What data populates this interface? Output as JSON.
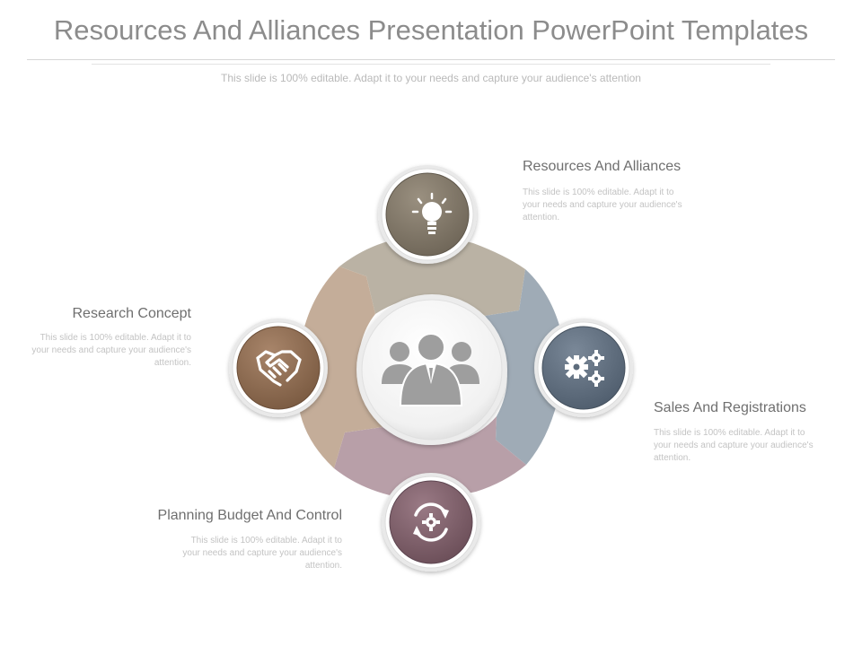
{
  "header": {
    "title": "Resources And Alliances Presentation PowerPoint Templates",
    "subtitle": "This slide is 100% editable. Adapt it to your needs and capture your audience's attention"
  },
  "colors": {
    "top": "#7f7566",
    "right": "#5d6c7c",
    "bottom": "#7e5f69",
    "left": "#8c6a4f",
    "segment_top": "#bab2a4",
    "segment_right": "#9fabb6",
    "segment_bottom": "#b89fa8",
    "segment_left": "#c4ad99",
    "center_icon": "#9e9e9e"
  },
  "items": [
    {
      "label": "Resources And Alliances",
      "desc": "This slide is 100% editable. Adapt it to your needs and capture your audience's attention.",
      "icon": "lightbulb-icon"
    },
    {
      "label": "Sales And Registrations",
      "desc": "This slide is 100% editable. Adapt it to your needs and capture your audience's attention.",
      "icon": "gears-icon"
    },
    {
      "label": "Planning Budget And Control",
      "desc": "This slide is 100% editable. Adapt it to your needs and capture your audience's attention.",
      "icon": "refresh-gear-icon"
    },
    {
      "label": "Research Concept",
      "desc": "This slide is 100% editable. Adapt it to your needs and capture your audience's attention.",
      "icon": "handshake-icon"
    }
  ],
  "center": {
    "icon": "team-icon"
  }
}
